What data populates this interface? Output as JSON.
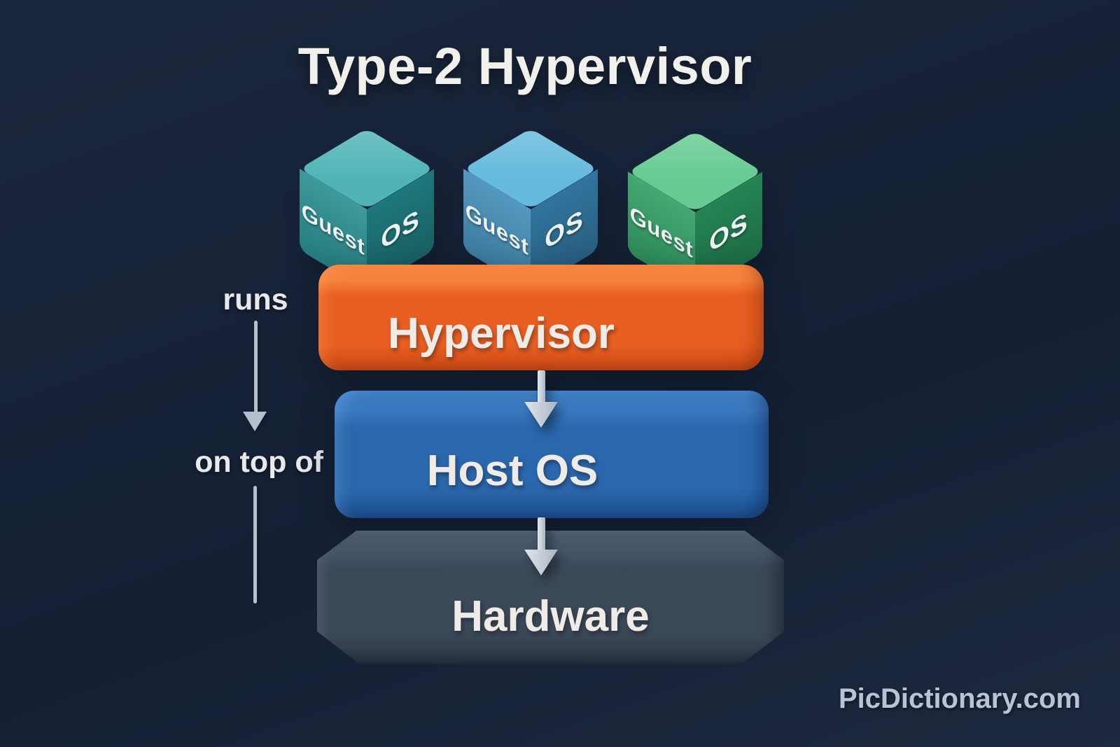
{
  "title": "Type-2 Hypervisor",
  "watermark": "PicDictionary.com",
  "relation_labels": {
    "runs": "runs",
    "on_top_of": "on top of"
  },
  "guest_cubes": [
    {
      "left_face": "Guest",
      "right_face": "OS",
      "colors": {
        "top": "#50b4b6",
        "left": "#2d9193",
        "right": "#1f7c80"
      }
    },
    {
      "left_face": "Guest",
      "right_face": "OS",
      "colors": {
        "top": "#66bade",
        "left": "#4790ba",
        "right": "#3479a4"
      }
    },
    {
      "left_face": "Guest",
      "right_face": "OS",
      "colors": {
        "top": "#66cb92",
        "left": "#35a167",
        "right": "#268a58"
      }
    }
  ],
  "stack_layers": [
    {
      "label": "Hypervisor",
      "colors": {
        "lip": "#f6823d",
        "face": "#e95f22",
        "dark": "#d14e16"
      }
    },
    {
      "label": "Host OS",
      "colors": {
        "lip": "#3a79c0",
        "face": "#2b67ac",
        "dark": "#1f5698"
      }
    },
    {
      "label": "Hardware",
      "colors": {
        "lip": "#475569",
        "face": "#3b4857",
        "dark": "#2f3b4a"
      }
    }
  ],
  "colors": {
    "background": "#162238",
    "title_text": "#f2f0eb",
    "layer_label_text": "#efece7",
    "annotation_text": "#e9e9ec",
    "flow_arrow": "#c3ccd6",
    "connector_line": "#b5c0cc",
    "watermark_text": "#b6c3d8"
  }
}
